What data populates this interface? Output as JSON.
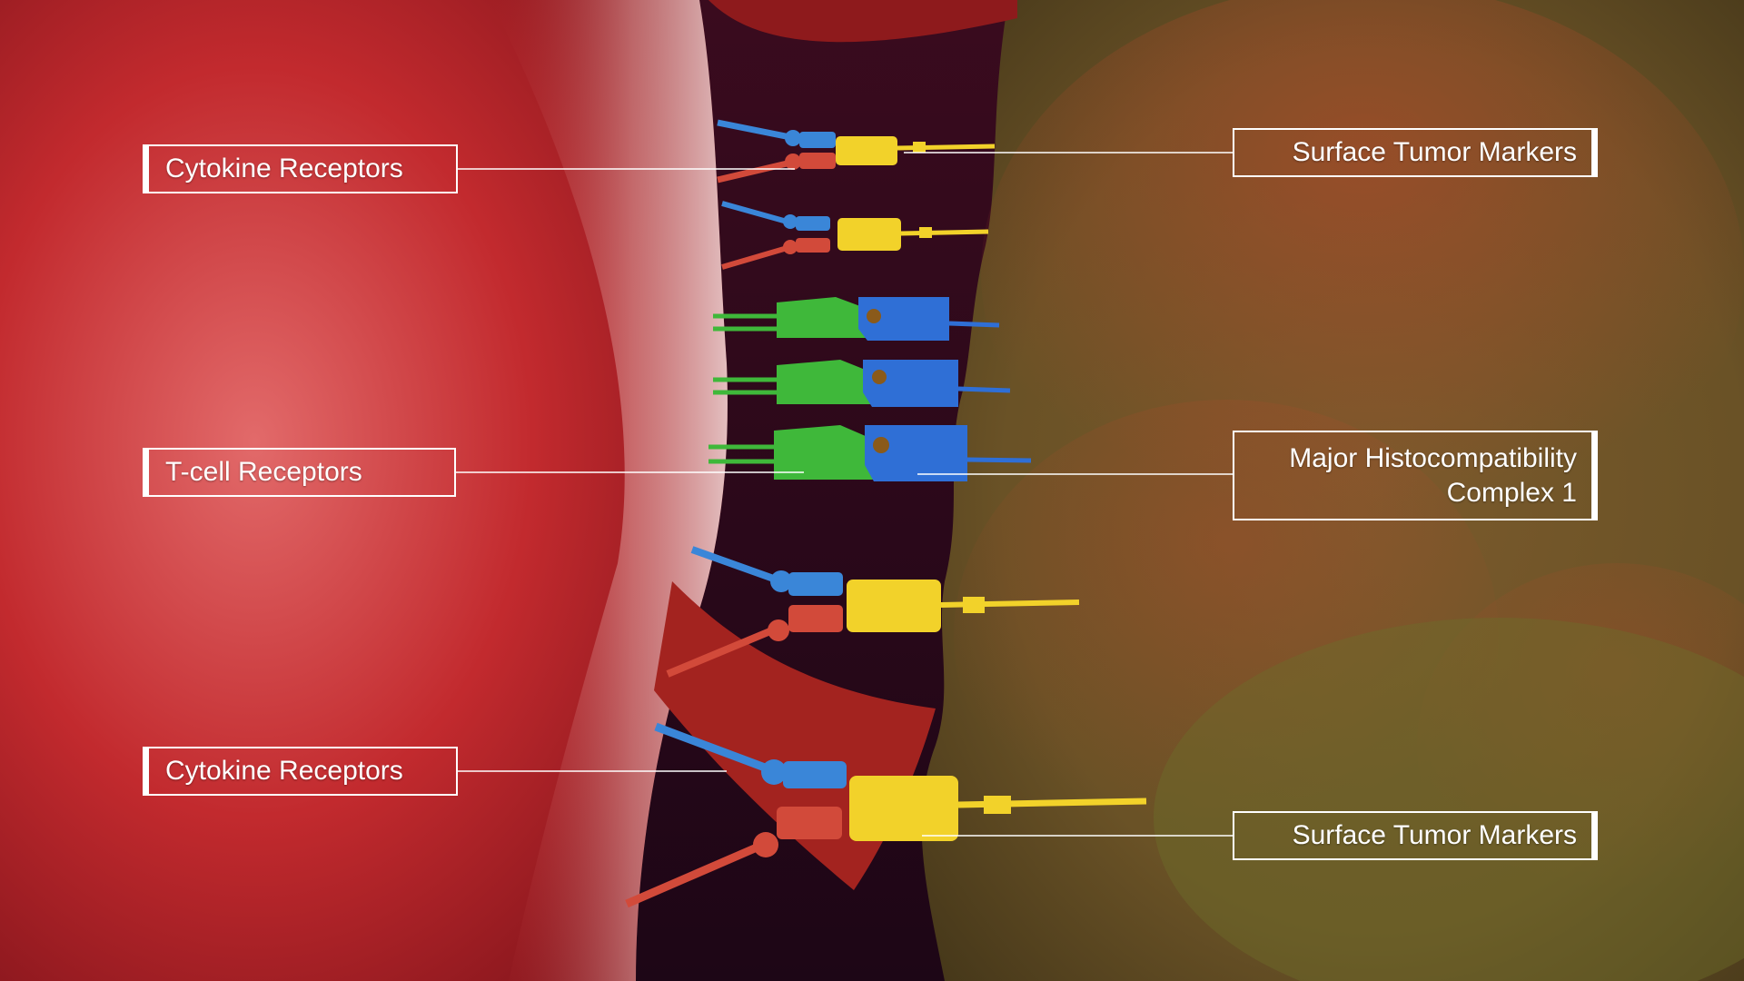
{
  "labels": {
    "cytokine_top": "Cytokine Receptors",
    "tcell": "T-cell Receptors",
    "cytokine_bottom": "Cytokine Receptors",
    "tumor_top": "Surface Tumor Markers",
    "mhc_line1": "Major Histocompatibility",
    "mhc_line2": "Complex 1",
    "tumor_bottom": "Surface Tumor Markers"
  },
  "colors": {
    "t_cell_membrane": "#c0282c",
    "tumor_cell": "#6b5a25",
    "gap_background": "#2a0a22",
    "cytokine_receptor_blue": "#3a86d8",
    "cytokine_receptor_red": "#d24a3a",
    "tumor_marker_yellow": "#f2d22a",
    "tcr_green": "#3fb83a",
    "mhc_blue": "#2f6fd6",
    "label_line": "#ffffff"
  }
}
